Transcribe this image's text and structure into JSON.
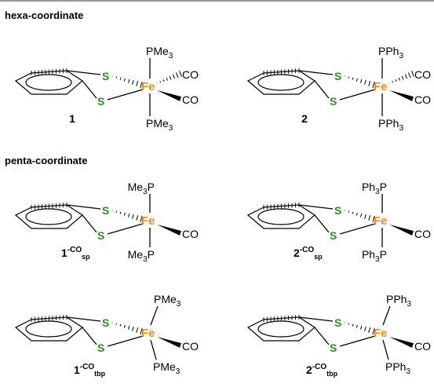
{
  "sections": {
    "hexa": "hexa-coordinate",
    "penta": "penta-coordinate"
  },
  "colors": {
    "sulfur": "#2e8b22",
    "iron": "#ee8c1f",
    "bond": "#000000"
  },
  "atoms": {
    "sulfur": "S",
    "iron": "Fe"
  },
  "ligands": {
    "co": "CO",
    "pme3": "PMe3",
    "me3p": "Me3P",
    "pph3": "PPh3",
    "ph3p": "Ph3P"
  },
  "labels": {
    "one": "1",
    "two": "2",
    "co_sup": "-CO",
    "sp": "sp",
    "tbp": "tbp"
  }
}
